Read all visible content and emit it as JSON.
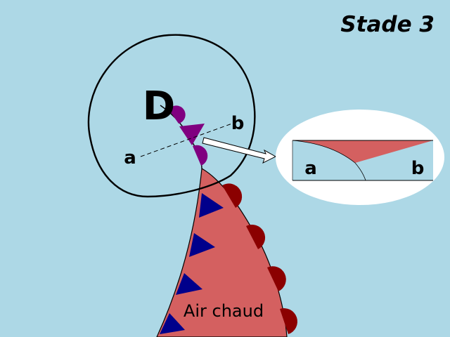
{
  "title": "Stade 3",
  "low_label": "D",
  "point_a": "a",
  "point_b": "b",
  "inset_a": "a",
  "inset_b": "b",
  "warm_air_label": "Air chaud",
  "colors": {
    "background": "#add8e6",
    "warm_air": "#d46060",
    "cold_front": "#00008b",
    "warm_front": "#8b0000",
    "occluded_front": "#800080",
    "inset_background": "#ffffff"
  }
}
